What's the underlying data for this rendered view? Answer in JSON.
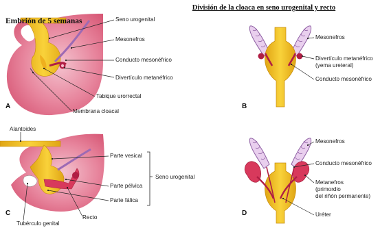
{
  "title": "División de la cloaca en seno urogenital y recto",
  "subtitle": "Embrión de 5 semanas",
  "colors": {
    "body_pink": "#e0607e",
    "body_light": "#f3b9c8",
    "yellow": "#f5c518",
    "yellow_dark": "#d89a10",
    "duct_red": "#b01e44",
    "lavender": "#c9a6d4",
    "lavender_dark": "#8e5fa3"
  },
  "panels": {
    "A": {
      "letter": "A",
      "labels": {
        "seno": "Seno urogenital",
        "mesonefros": "Mesonefros",
        "conducto": "Conducto mesonéfrico",
        "diverticulo": "Divertículo metanéfrico",
        "tabique": "Tabique urorrectal",
        "membrana": "Membrana cloacal"
      }
    },
    "B": {
      "letter": "B",
      "labels": {
        "mesonefros": "Mesonefros",
        "diverticulo_1": "Divertículo metanéfrico",
        "diverticulo_2": "(yema ureteral)",
        "conducto": "Conducto mesonéfrico"
      }
    },
    "C": {
      "letter": "C",
      "labels": {
        "alantoides": "Alantoides",
        "vesical": "Parte vesical",
        "seno": "Seno urogenital",
        "pelvica": "Parte pélvica",
        "falica": "Parte fálica",
        "recto": "Recto",
        "tuberculo": "Tubérculo genital"
      }
    },
    "D": {
      "letter": "D",
      "labels": {
        "mesonefros": "Mesonefros",
        "conducto": "Conducto mesonéfrico",
        "metanefros_1": "Metanefros",
        "metanefros_2": "(primordio",
        "metanefros_3": "del riñón permanente)",
        "ureter": "Uréter"
      }
    }
  }
}
